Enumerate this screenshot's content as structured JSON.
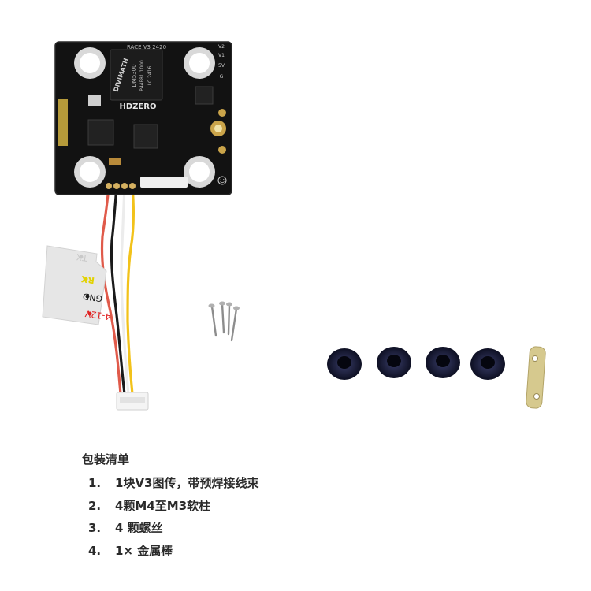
{
  "pcb": {
    "silk_top": "RACE V3 2420",
    "chip_brand": "DIVIMATH",
    "chip_model": "DM5300",
    "chip_batch": "P44F81 1000",
    "chip_code": "LC 2416",
    "brand_logo": "HDZERO",
    "pad_v2": "V2",
    "pad_v1": "V1",
    "pad_5v": "5V",
    "pad_g": "G"
  },
  "label_tag": {
    "tx": "TX",
    "rx": "RX",
    "gnd": "GND",
    "power": "4-12V",
    "colors": {
      "tx": "#c9c9c9",
      "rx": "#e2d200",
      "gnd": "#1a1a1a",
      "power": "#e02020"
    }
  },
  "wires": {
    "colors": [
      "#e05a4a",
      "#1a1a1a",
      "#f2f2f2",
      "#f2c21a"
    ]
  },
  "package": {
    "title": "包装清单",
    "items": [
      {
        "num": "1.",
        "text": "1块V3图传，带预焊接线束"
      },
      {
        "num": "2.",
        "text": "4颗M4至M3软柱"
      },
      {
        "num": "3.",
        "text": "4 颗螺丝"
      },
      {
        "num": "4.",
        "text": "1× 金属棒"
      }
    ]
  }
}
